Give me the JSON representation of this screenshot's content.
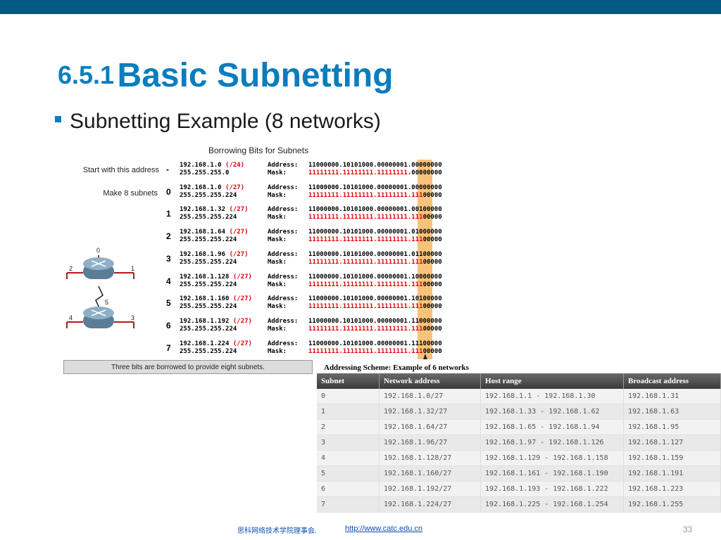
{
  "slide": {
    "section": "6.5.1",
    "title": "Basic Subnetting",
    "bullet": "Subnetting Example (8 networks)"
  },
  "figure": {
    "title": "Borrowing Bits for Subnets",
    "start_label": "Start with this address",
    "make_label": "Make 8 subnets",
    "caption": "Three bits are borrowed to provide eight subnets.",
    "router_a": "RouterA",
    "router_b": "RouterB",
    "link_labels": [
      "0",
      "1",
      "2",
      "3",
      "4",
      "5"
    ],
    "rows": [
      {
        "idx": "-",
        "ip": "192.168.1.0",
        "prefix": "(/24)",
        "mask": "255.255.255.0",
        "addr_bin": "11000000.10101000.00000001.00000000",
        "mask_bin_red": "11111111.11111111.11111111",
        "mask_bin_black": ".00000000"
      },
      {
        "idx": "0",
        "ip": "192.168.1.0",
        "prefix": "(/27)",
        "mask": "255.255.255.224",
        "addr_bin": "11000000.10101000.00000001.00000000",
        "mask_bin_red": "11111111.11111111.11111111.111",
        "mask_bin_black": "00000"
      },
      {
        "idx": "1",
        "ip": "192.168.1.32",
        "prefix": "(/27)",
        "mask": "255.255.255.224",
        "addr_bin": "11000000.10101000.00000001.00100000",
        "mask_bin_red": "11111111.11111111.11111111.111",
        "mask_bin_black": "00000"
      },
      {
        "idx": "2",
        "ip": "192.168.1.64",
        "prefix": "(/27)",
        "mask": "255.255.255.224",
        "addr_bin": "11000000.10101000.00000001.01000000",
        "mask_bin_red": "11111111.11111111.11111111.111",
        "mask_bin_black": "00000"
      },
      {
        "idx": "3",
        "ip": "192.168.1.96",
        "prefix": "(/27)",
        "mask": "255.255.255.224",
        "addr_bin": "11000000.10101000.00000001.01100000",
        "mask_bin_red": "11111111.11111111.11111111.111",
        "mask_bin_black": "00000"
      },
      {
        "idx": "4",
        "ip": "192.168.1.128",
        "prefix": "(/27)",
        "mask": "255.255.255.224",
        "addr_bin": "11000000.10101000.00000001.10000000",
        "mask_bin_red": "11111111.11111111.11111111.111",
        "mask_bin_black": "00000"
      },
      {
        "idx": "5",
        "ip": "192.168.1.160",
        "prefix": "(/27)",
        "mask": "255.255.255.224",
        "addr_bin": "11000000.10101000.00000001.10100000",
        "mask_bin_red": "11111111.11111111.11111111.111",
        "mask_bin_black": "00000"
      },
      {
        "idx": "6",
        "ip": "192.168.1.192",
        "prefix": "(/27)",
        "mask": "255.255.255.224",
        "addr_bin": "11000000.10101000.00000001.11000000",
        "mask_bin_red": "11111111.11111111.11111111.111",
        "mask_bin_black": "00000"
      },
      {
        "idx": "7",
        "ip": "192.168.1.224",
        "prefix": "(/27)",
        "mask": "255.255.255.224",
        "addr_bin": "11000000.10101000.00000001.11100000",
        "mask_bin_red": "11111111.11111111.11111111.111",
        "mask_bin_black": "00000"
      }
    ],
    "addr_label": "Address:",
    "mask_label": "Mask:"
  },
  "scheme": {
    "title": "Addressing Scheme: Example of 6 networks",
    "headers": [
      "Subnet",
      "Network address",
      "Host range",
      "Broadcast address"
    ],
    "rows": [
      [
        "0",
        "192.168.1.0/27",
        "192.168.1.1 - 192.168.1.30",
        "192.168.1.31"
      ],
      [
        "1",
        "192.168.1.32/27",
        "192.168.1.33 - 192.168.1.62",
        "192.168.1.63"
      ],
      [
        "2",
        "192.168.1.64/27",
        "192.168.1.65 - 192.168.1.94",
        "192.168.1.95"
      ],
      [
        "3",
        "192.168.1.96/27",
        "192.168.1.97 - 192.168.1.126",
        "192.168.1.127"
      ],
      [
        "4",
        "192.168.1.128/27",
        "192.168.1.129 - 192.168.1.158",
        "192.168.1.159"
      ],
      [
        "5",
        "192.168.1.160/27",
        "192.168.1.161 - 192.168.1.190",
        "192.168.1.191"
      ],
      [
        "6",
        "192.168.1.192/27",
        "192.168.1.193 - 192.168.1.222",
        "192.168.1.223"
      ],
      [
        "7",
        "192.168.1.224/27",
        "192.168.1.225 - 192.168.1.254",
        "192.168.1.255"
      ]
    ]
  },
  "footer": {
    "org": "思科网络技术学院理事会.",
    "link": "http://www.catc.edu.cn",
    "page": "33"
  },
  "colors": {
    "top_bar": "#005a85",
    "title": "#0a7dbd",
    "highlight": "#f7c27a",
    "red": "#e00000"
  }
}
